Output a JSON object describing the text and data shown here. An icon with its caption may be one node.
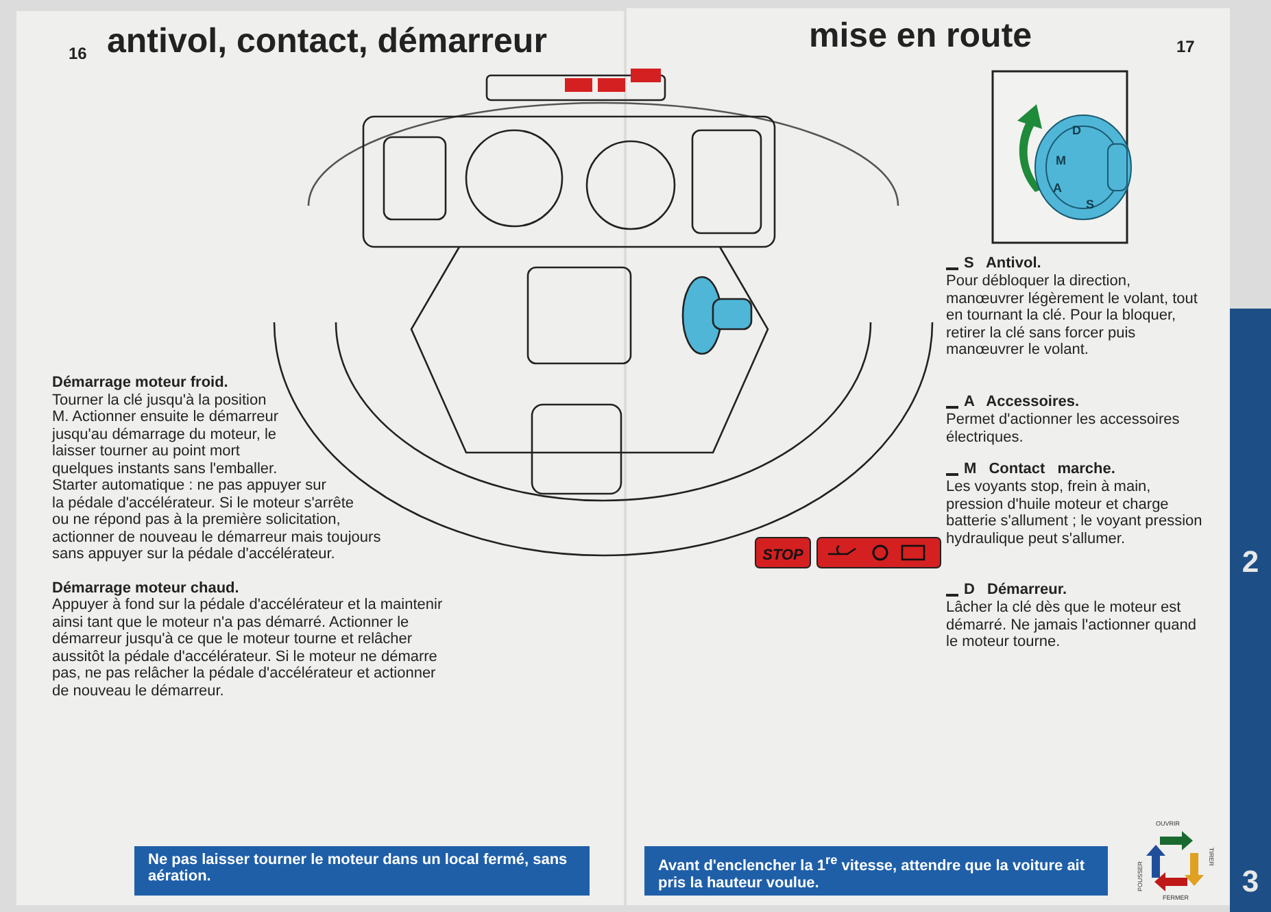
{
  "diagram": {
    "labels": [
      "16",
      "antivol, contact, démarreur",
      "mise en route",
      "17",
      "D",
      "M",
      "A",
      "S",
      "S Antivol.",
      "Pour débloquer la direction, manœuvrer légèrement le volant, tout en tournant la clé. Pour la bloquer, retirer la clé sans forcer puis manœuvrer le volant.",
      "A Accessoires.",
      "Permet d'actionner les accessoires électriques.",
      "M Contact marche.",
      "Les voyants stop, frein à main, pression d'huile moteur et charge batterie s'allument ; le voyant pression hydraulique peut s'allumer.",
      "D Démarreur.",
      "Lâcher la clé dès que le moteur est démarré. Ne jamais l'actionner quand le moteur tourne.",
      "Démarrage moteur froid.",
      "Tourner la clé jusqu'à la position M. Actionner ensuite le démarreur jusqu'au démarrage du moteur, le laisser tourner au point mort quelques instants sans l'emballer. Starter automatique : ne pas appuyer sur la pédale d'accélérateur. Si le moteur s'arrête ou ne répond pas à la première solicitation, actionner de nouveau le démarreur mais toujours sans appuyer sur la pédale d'accélérateur.",
      "Démarrage moteur chaud.",
      "Appuyer à fond sur la pédale d'accélérateur et la maintenir ainsi tant que le moteur n'a pas démarré. Actionner le démarreur jusqu'à ce que le moteur tourne et relâcher aussitôt la pédale d'accélérateur. Si le moteur ne démarre pas, ne pas relâcher la pédale d'accélérateur et actionner de nouveau le démarreur.",
      "STOP",
      "2",
      "Ne pas laisser tourner le moteur dans un local fermé, sans aération.",
      "Avant d'enclencher la 1$^{re}$ vitesse, attendre que la voiture ait pris la hauteur voulue.",
      "OUVRIR",
      "TIRER",
      "FERMER",
      "POUSSER",
      "3"
    ]
  }
}
